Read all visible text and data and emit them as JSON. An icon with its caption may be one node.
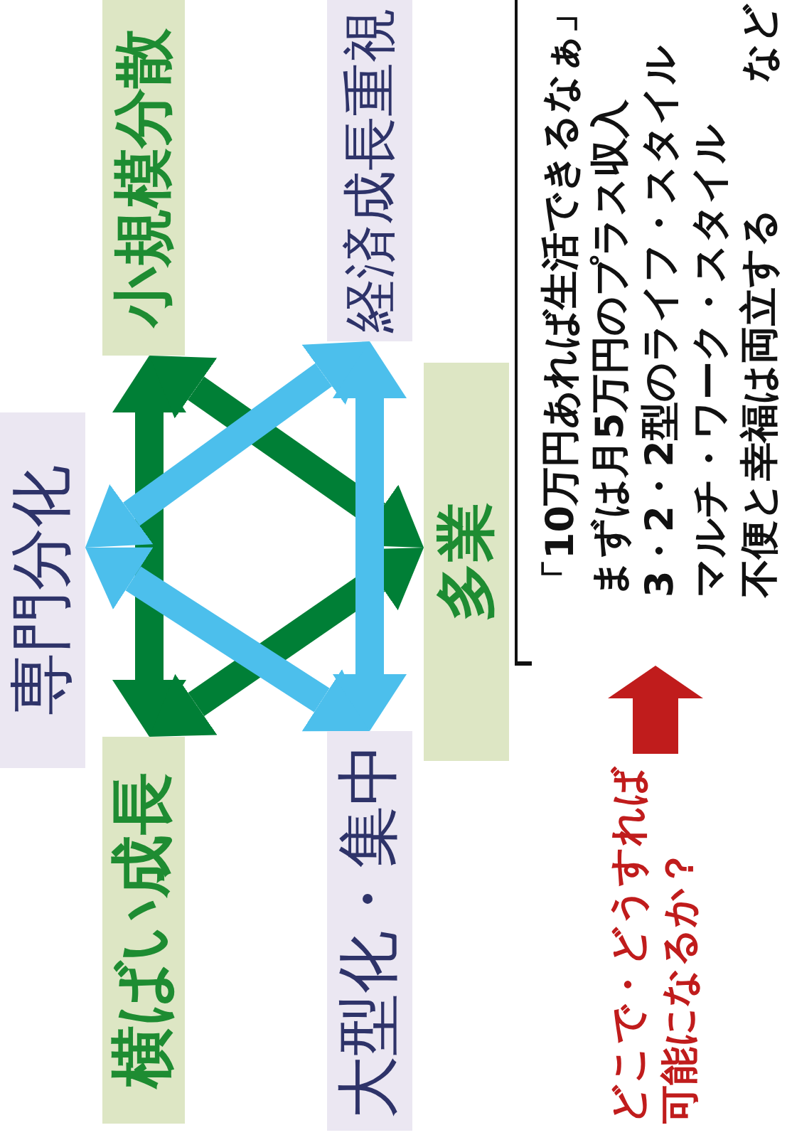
{
  "diagram": {
    "nodes": [
      {
        "text": [
          "専門分化"
        ]
      },
      {
        "text": [
          "横ばい成長"
        ]
      },
      {
        "text": [
          "小規模分散"
        ]
      },
      {
        "text": [
          "大型化・集中"
        ]
      },
      {
        "text": [
          "経済成長重視"
        ]
      },
      {
        "text": [
          "多業"
        ]
      },
      {
        "text": [
          "どこで・どうすれば",
          "可能になるか？"
        ]
      },
      {
        "text": [
          "「10万円あれば生活できるなぁ」",
          "まずは月5万円のプラス収入",
          "3・2・2型のライフ・スタイル",
          "マルチ・ワーク・スタイル",
          "不便と幸福は両立する"
        ]
      }
    ],
    "edges": [
      {
        "from": 1,
        "to": 2,
        "arrow": "both",
        "color": "#007f36"
      },
      {
        "from": 2,
        "to": 5,
        "arrow": "both",
        "color": "#007f36"
      },
      {
        "from": 5,
        "to": 1,
        "arrow": "both",
        "color": "#007f36"
      },
      {
        "from": 0,
        "to": 3,
        "arrow": "both",
        "color": "#4cbfec"
      },
      {
        "from": 0,
        "to": 4,
        "arrow": "both",
        "color": "#4cbfec"
      },
      {
        "from": 3,
        "to": 4,
        "arrow": "both",
        "color": "#4cbfec"
      },
      {
        "from": 6,
        "to": 7,
        "arrow": "to",
        "color": "#c01c1c"
      }
    ],
    "labels": [
      "など"
    ]
  }
}
